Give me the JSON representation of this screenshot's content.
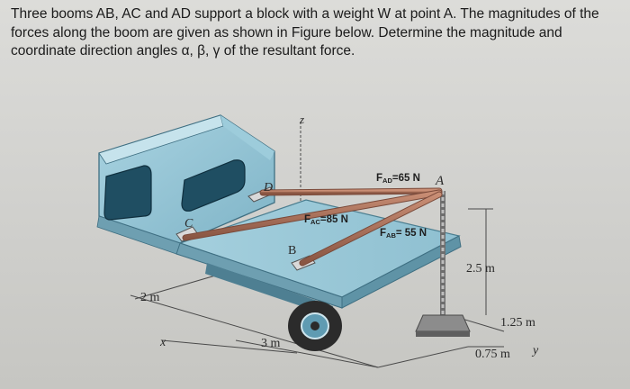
{
  "problem": {
    "line1": "Three booms AB, AC and AD support a block with a weight W at point A. The magnitudes of the",
    "line2": "forces along the boom are given as shown in Figure below. Determine the magnitude and",
    "line3": "coordinate direction angles α, β, γ of the resultant force."
  },
  "figure": {
    "axis_z": "z",
    "axis_x": "x",
    "axis_y": "y",
    "point_A": "A",
    "point_B": "B",
    "point_C": "C",
    "point_D": "D",
    "force_AD": "F",
    "force_AD_sub": "AD",
    "force_AD_val": "=65 N",
    "force_AC": "F",
    "force_AC_sub": "AC",
    "force_AC_val": "=85 N",
    "force_AB": "F",
    "force_AB_sub": "AB",
    "force_AB_val": "= 55 N",
    "dim_2_5": "2.5 m",
    "dim_1_25": "1.25 m",
    "dim_0_75": "0.75 m",
    "dim_2": "2 m",
    "dim_3": "3 m"
  },
  "colors": {
    "truck_body": "#8fc4d6",
    "truck_dark": "#3f6f82",
    "boom": "#a8705a",
    "chain": "#9a9a9a"
  }
}
